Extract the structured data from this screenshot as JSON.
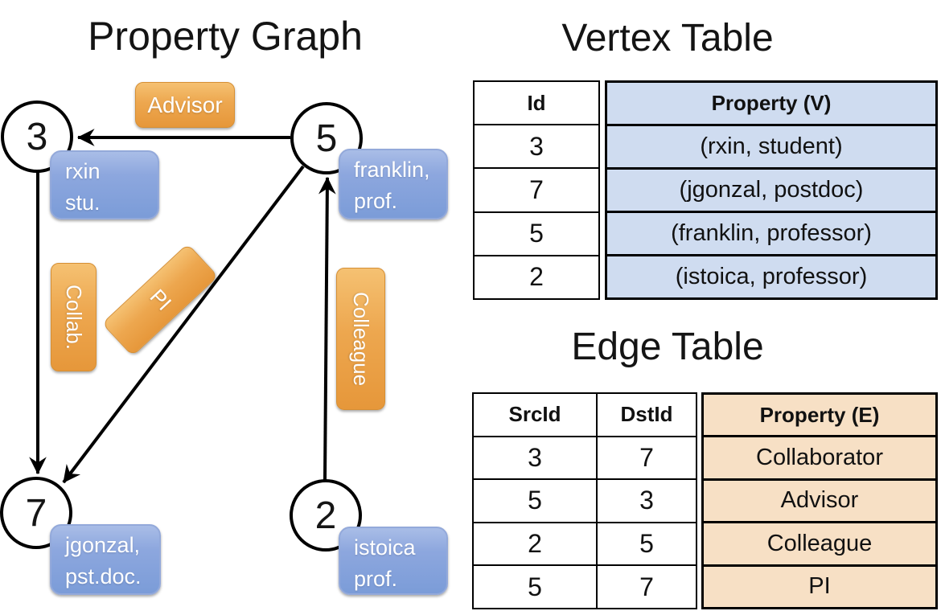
{
  "graph": {
    "title": "Property Graph",
    "nodes": [
      {
        "id": "3",
        "line1": "rxin",
        "line2": "stu."
      },
      {
        "id": "5",
        "line1": "franklin,",
        "line2": "prof."
      },
      {
        "id": "7",
        "line1": "jgonzal,",
        "line2": "pst.doc."
      },
      {
        "id": "2",
        "line1": "istoica",
        "line2": "prof."
      }
    ],
    "edges": [
      {
        "label": "Advisor",
        "src": "5",
        "dst": "3"
      },
      {
        "label": "Collab.",
        "src": "3",
        "dst": "7"
      },
      {
        "label": "PI",
        "src": "5",
        "dst": "7"
      },
      {
        "label": "Colleague",
        "src": "2",
        "dst": "5"
      }
    ]
  },
  "vertex_table": {
    "title": "Vertex Table",
    "headers": {
      "id": "Id",
      "property": "Property (V)"
    },
    "rows": [
      {
        "id": "3",
        "property": "(rxin, student)"
      },
      {
        "id": "7",
        "property": "(jgonzal, postdoc)"
      },
      {
        "id": "5",
        "property": "(franklin, professor)"
      },
      {
        "id": "2",
        "property": "(istoica, professor)"
      }
    ]
  },
  "edge_table": {
    "title": "Edge Table",
    "headers": {
      "src": "SrcId",
      "dst": "DstId",
      "property": "Property (E)"
    },
    "rows": [
      {
        "src": "3",
        "dst": "7",
        "property": "Collaborator"
      },
      {
        "src": "5",
        "dst": "3",
        "property": "Advisor"
      },
      {
        "src": "2",
        "dst": "5",
        "property": "Colleague"
      },
      {
        "src": "5",
        "dst": "7",
        "property": "PI"
      }
    ]
  },
  "colors": {
    "edge_label_orange": "#EDA74F",
    "vertex_label_blue": "#7B9CD8",
    "vertex_cell_blue": "#CFDCF0",
    "edge_cell_tan": "#F7E0C5",
    "line_black": "#000000"
  }
}
